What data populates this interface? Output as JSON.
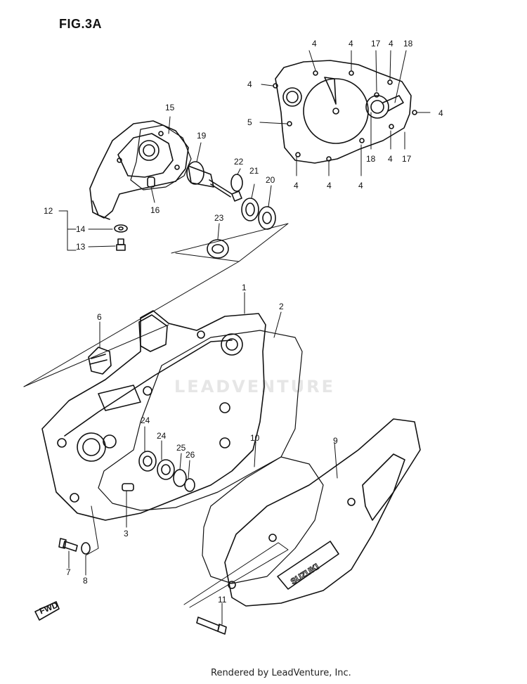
{
  "figure_title": "FIG.3A",
  "footer": "Rendered by LeadVenture, Inc.",
  "watermark": "LEADVENTURE",
  "fwd_label": "FWD",
  "cover_brand": "SUZUKI",
  "callouts": [
    {
      "id": "c1",
      "label": "1"
    },
    {
      "id": "c2",
      "label": "2"
    },
    {
      "id": "c3",
      "label": "3"
    },
    {
      "id": "c4a",
      "label": "4"
    },
    {
      "id": "c4b",
      "label": "4"
    },
    {
      "id": "c4c",
      "label": "4"
    },
    {
      "id": "c4d",
      "label": "4"
    },
    {
      "id": "c4e",
      "label": "4"
    },
    {
      "id": "c4f",
      "label": "4"
    },
    {
      "id": "c4g",
      "label": "4"
    },
    {
      "id": "c4h",
      "label": "4"
    },
    {
      "id": "c4i",
      "label": "4"
    },
    {
      "id": "c5",
      "label": "5"
    },
    {
      "id": "c6",
      "label": "6"
    },
    {
      "id": "c7",
      "label": "7"
    },
    {
      "id": "c8",
      "label": "8"
    },
    {
      "id": "c9",
      "label": "9"
    },
    {
      "id": "c10",
      "label": "10"
    },
    {
      "id": "c11",
      "label": "11"
    },
    {
      "id": "c12",
      "label": "12"
    },
    {
      "id": "c13",
      "label": "13"
    },
    {
      "id": "c14",
      "label": "14"
    },
    {
      "id": "c15",
      "label": "15"
    },
    {
      "id": "c16",
      "label": "16"
    },
    {
      "id": "c17a",
      "label": "17"
    },
    {
      "id": "c17b",
      "label": "17"
    },
    {
      "id": "c18a",
      "label": "18"
    },
    {
      "id": "c18b",
      "label": "18"
    },
    {
      "id": "c19",
      "label": "19"
    },
    {
      "id": "c20",
      "label": "20"
    },
    {
      "id": "c21",
      "label": "21"
    },
    {
      "id": "c22",
      "label": "22"
    },
    {
      "id": "c23",
      "label": "23"
    },
    {
      "id": "c24a",
      "label": "24"
    },
    {
      "id": "c24b",
      "label": "24"
    },
    {
      "id": "c25",
      "label": "25"
    },
    {
      "id": "c26",
      "label": "26"
    }
  ]
}
